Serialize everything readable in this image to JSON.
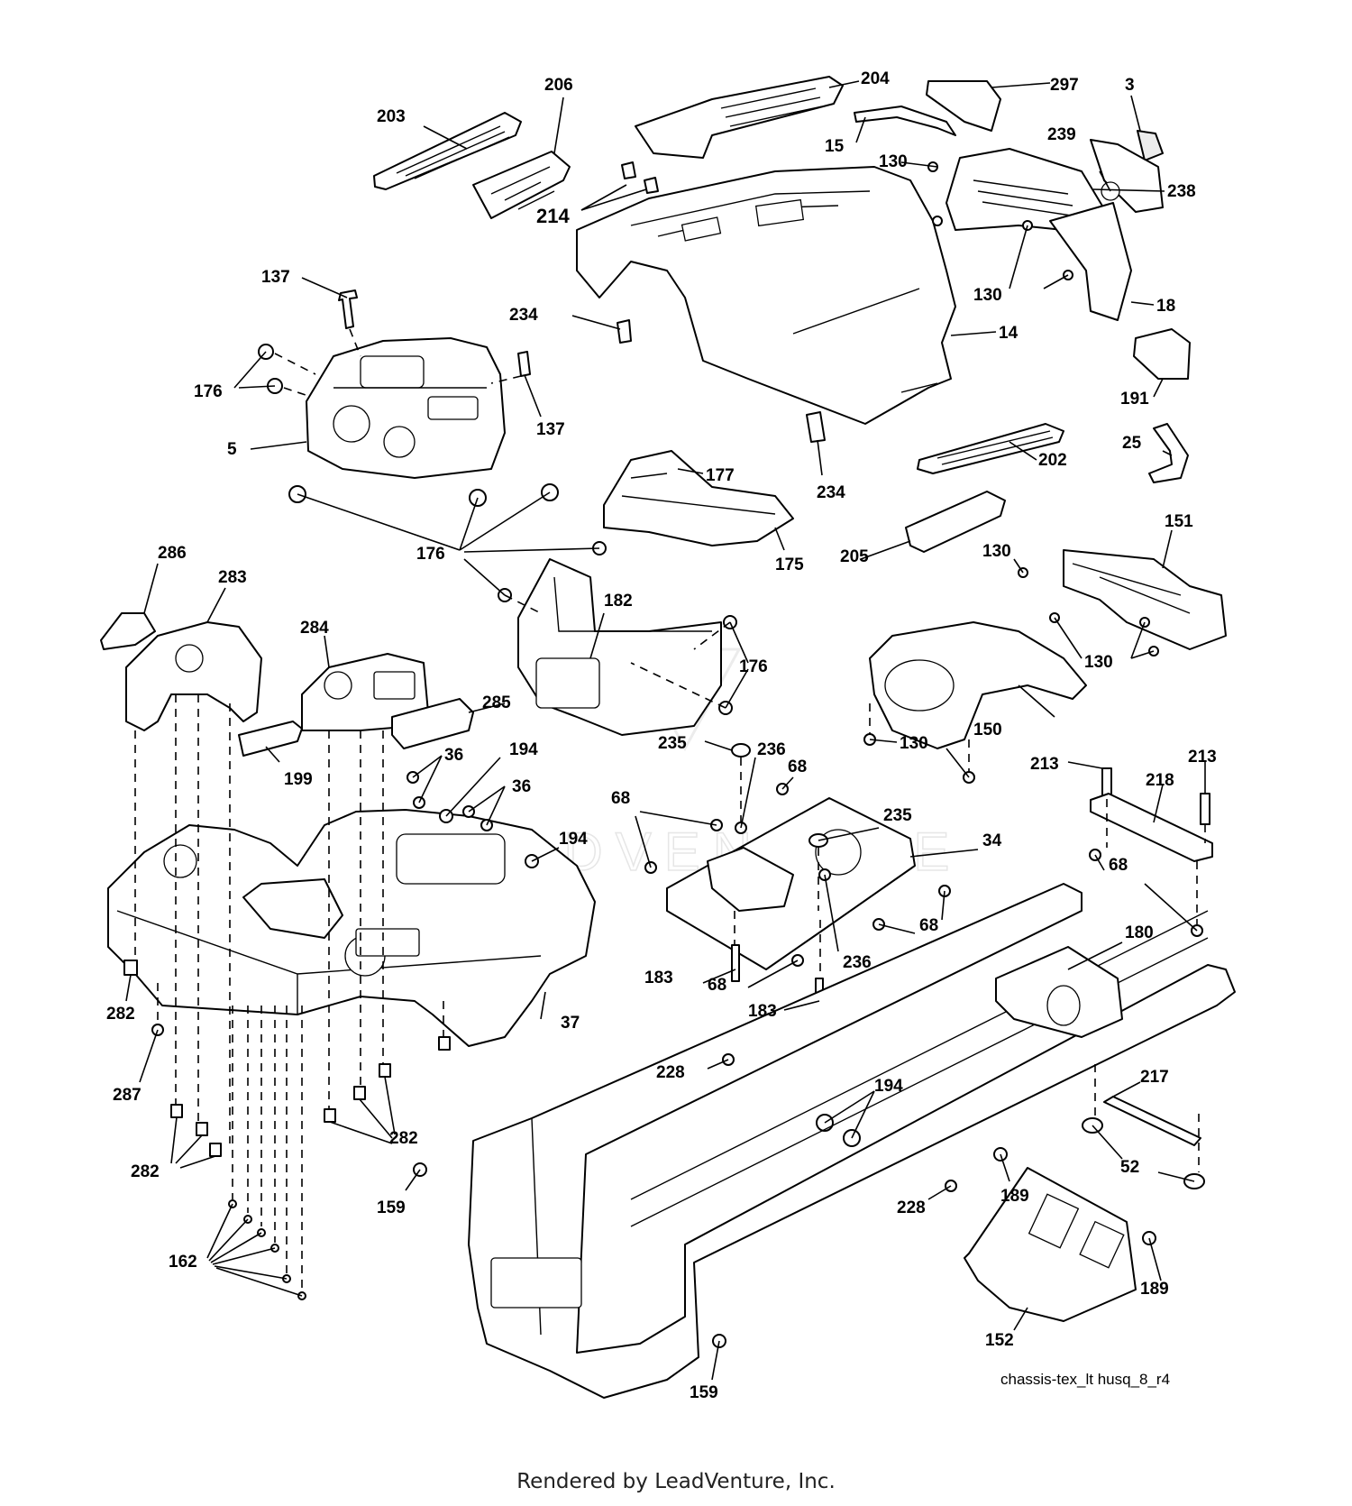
{
  "diagram": {
    "drawing_code": "chassis-tex_lt husq_8_r4",
    "footer": "Rendered by LeadVenture, Inc.",
    "watermark": "LEADVENTURE",
    "callouts": [
      {
        "id": "c203",
        "label": "203"
      },
      {
        "id": "c206",
        "label": "206"
      },
      {
        "id": "c204",
        "label": "204"
      },
      {
        "id": "c297",
        "label": "297"
      },
      {
        "id": "c3",
        "label": "3"
      },
      {
        "id": "c15",
        "label": "15"
      },
      {
        "id": "c130a",
        "label": "130"
      },
      {
        "id": "c239",
        "label": "239"
      },
      {
        "id": "c238",
        "label": "238"
      },
      {
        "id": "c214",
        "label": "214"
      },
      {
        "id": "c130b",
        "label": "130"
      },
      {
        "id": "c18",
        "label": "18"
      },
      {
        "id": "c137a",
        "label": "137"
      },
      {
        "id": "c234a",
        "label": "234"
      },
      {
        "id": "c14",
        "label": "14"
      },
      {
        "id": "c176a",
        "label": "176"
      },
      {
        "id": "c137b",
        "label": "137"
      },
      {
        "id": "c191",
        "label": "191"
      },
      {
        "id": "c5",
        "label": "5"
      },
      {
        "id": "c177",
        "label": "177"
      },
      {
        "id": "c234b",
        "label": "234"
      },
      {
        "id": "c202",
        "label": "202"
      },
      {
        "id": "c25",
        "label": "25"
      },
      {
        "id": "c175",
        "label": "175"
      },
      {
        "id": "c205",
        "label": "205"
      },
      {
        "id": "c151",
        "label": "151"
      },
      {
        "id": "c130c",
        "label": "130"
      },
      {
        "id": "c176b",
        "label": "176"
      },
      {
        "id": "c286",
        "label": "286"
      },
      {
        "id": "c283",
        "label": "283"
      },
      {
        "id": "c182",
        "label": "182"
      },
      {
        "id": "c284",
        "label": "284"
      },
      {
        "id": "c176c",
        "label": "176"
      },
      {
        "id": "c130d",
        "label": "130"
      },
      {
        "id": "c285",
        "label": "285"
      },
      {
        "id": "c150",
        "label": "150"
      },
      {
        "id": "c130e",
        "label": "130"
      },
      {
        "id": "c194a",
        "label": "194"
      },
      {
        "id": "c36a",
        "label": "36"
      },
      {
        "id": "c235a",
        "label": "235"
      },
      {
        "id": "c236a",
        "label": "236"
      },
      {
        "id": "c68a",
        "label": "68"
      },
      {
        "id": "c213a",
        "label": "213"
      },
      {
        "id": "c213b",
        "label": "213"
      },
      {
        "id": "c199",
        "label": "199"
      },
      {
        "id": "c36b",
        "label": "36"
      },
      {
        "id": "c218",
        "label": "218"
      },
      {
        "id": "c68b",
        "label": "68"
      },
      {
        "id": "c235b",
        "label": "235"
      },
      {
        "id": "c194b",
        "label": "194"
      },
      {
        "id": "c34",
        "label": "34"
      },
      {
        "id": "c68c",
        "label": "68"
      },
      {
        "id": "c68d",
        "label": "68"
      },
      {
        "id": "c180",
        "label": "180"
      },
      {
        "id": "c183a",
        "label": "183"
      },
      {
        "id": "c236b",
        "label": "236"
      },
      {
        "id": "c68e",
        "label": "68"
      },
      {
        "id": "c183b",
        "label": "183"
      },
      {
        "id": "c282a",
        "label": "282"
      },
      {
        "id": "c37",
        "label": "37"
      },
      {
        "id": "c228a",
        "label": "228"
      },
      {
        "id": "c287",
        "label": "287"
      },
      {
        "id": "c194c",
        "label": "194"
      },
      {
        "id": "c217",
        "label": "217"
      },
      {
        "id": "c282b",
        "label": "282"
      },
      {
        "id": "c282c",
        "label": "282"
      },
      {
        "id": "c52",
        "label": "52"
      },
      {
        "id": "c159a",
        "label": "159"
      },
      {
        "id": "c189a",
        "label": "189"
      },
      {
        "id": "c228b",
        "label": "228"
      },
      {
        "id": "c162",
        "label": "162"
      },
      {
        "id": "c189b",
        "label": "189"
      },
      {
        "id": "c152",
        "label": "152"
      },
      {
        "id": "c159b",
        "label": "159"
      }
    ]
  }
}
